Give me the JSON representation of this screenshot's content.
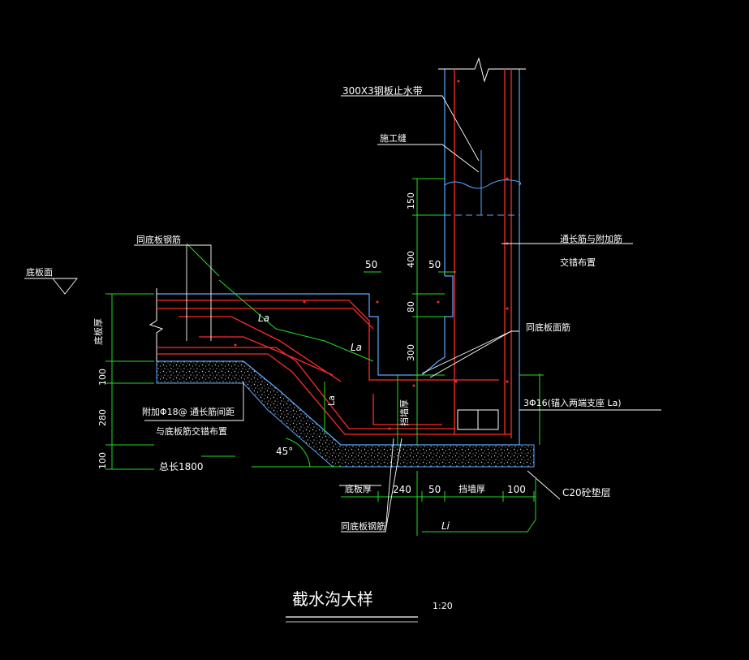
{
  "drawing": {
    "title": "截水沟大样",
    "scale": "1:20"
  },
  "labels": {
    "waterstop": "300X3钢板止水带",
    "construction_joint": "施工缝",
    "same_bottom_rebar_top": "同底板钢筋",
    "slab_face": "底板面",
    "through_rebar_line1": "通长筋与附加筋",
    "through_rebar_line2": "交错布置",
    "same_slab_face_rebar": "同底板面筋",
    "anchor_bars": "3Φ16(锚入两端支座 La)",
    "extra_bars_line1": "附加Φ18@ 通长筋间距",
    "extra_bars_line2": "与底板筋交错布置",
    "total_length": "总长1800",
    "slab_thickness_vertical": "底板厚",
    "slab_thickness_bottom": "底板厚",
    "retaining_wall": "挡墙厚",
    "c20_cushion": "C20砼垫层",
    "same_bottom_rebar_bottom": "同底板钢筋",
    "wall_thickness_vertical": "挡墙厚",
    "angle": "45°",
    "la1": "La",
    "la2": "La",
    "la3": "La",
    "li": "Li"
  },
  "dimensions": {
    "d150": "150",
    "d400": "400",
    "d80": "80",
    "d300": "300",
    "d50_left": "50",
    "d50_right": "50",
    "d100_top": "100",
    "d280": "280",
    "d100_bottom": "100",
    "d240": "240",
    "d50_bottom": "50",
    "d100_right": "100"
  },
  "colors": {
    "background": "#000000",
    "concrete_outline": "#5aa9ff",
    "rebar": "#ff2a2a",
    "dimension": "#22dd22",
    "leader": "#ffffff",
    "cushion_fill": "#ffffff"
  }
}
